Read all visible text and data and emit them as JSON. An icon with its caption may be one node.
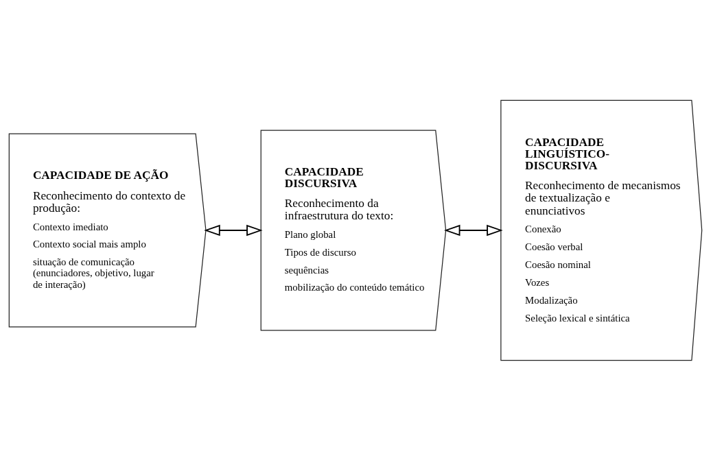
{
  "diagram": {
    "nodes": [
      {
        "text": [
          "CAPACIDADE DE AÇÃO",
          "Reconhecimento do contexto de produção:",
          "Contexto imediato",
          "Contexto social mais amplo",
          "situação de comunicação (enunciadores, objetivo, lugar de interação)"
        ]
      },
      {
        "text": [
          "CAPACIDADE DISCURSIVA",
          "Reconhecimento da infraestrutura do texto:",
          "Plano global",
          "Tipos de discurso",
          "sequências",
          "mobilização do conteúdo temático"
        ]
      },
      {
        "text": [
          "CAPACIDADE LINGUÍSTICO-DISCURSIVA",
          "Reconhecimento de mecanismos de textualização e enunciativos",
          "Conexão",
          "Coesão verbal",
          "Coesão nominal",
          "Vozes",
          "Modalização",
          "Seleção lexical e sintática"
        ]
      }
    ],
    "edges": [
      {
        "from": 0,
        "to": 1,
        "arrow": "both"
      },
      {
        "from": 1,
        "to": 2,
        "arrow": "both"
      }
    ]
  }
}
